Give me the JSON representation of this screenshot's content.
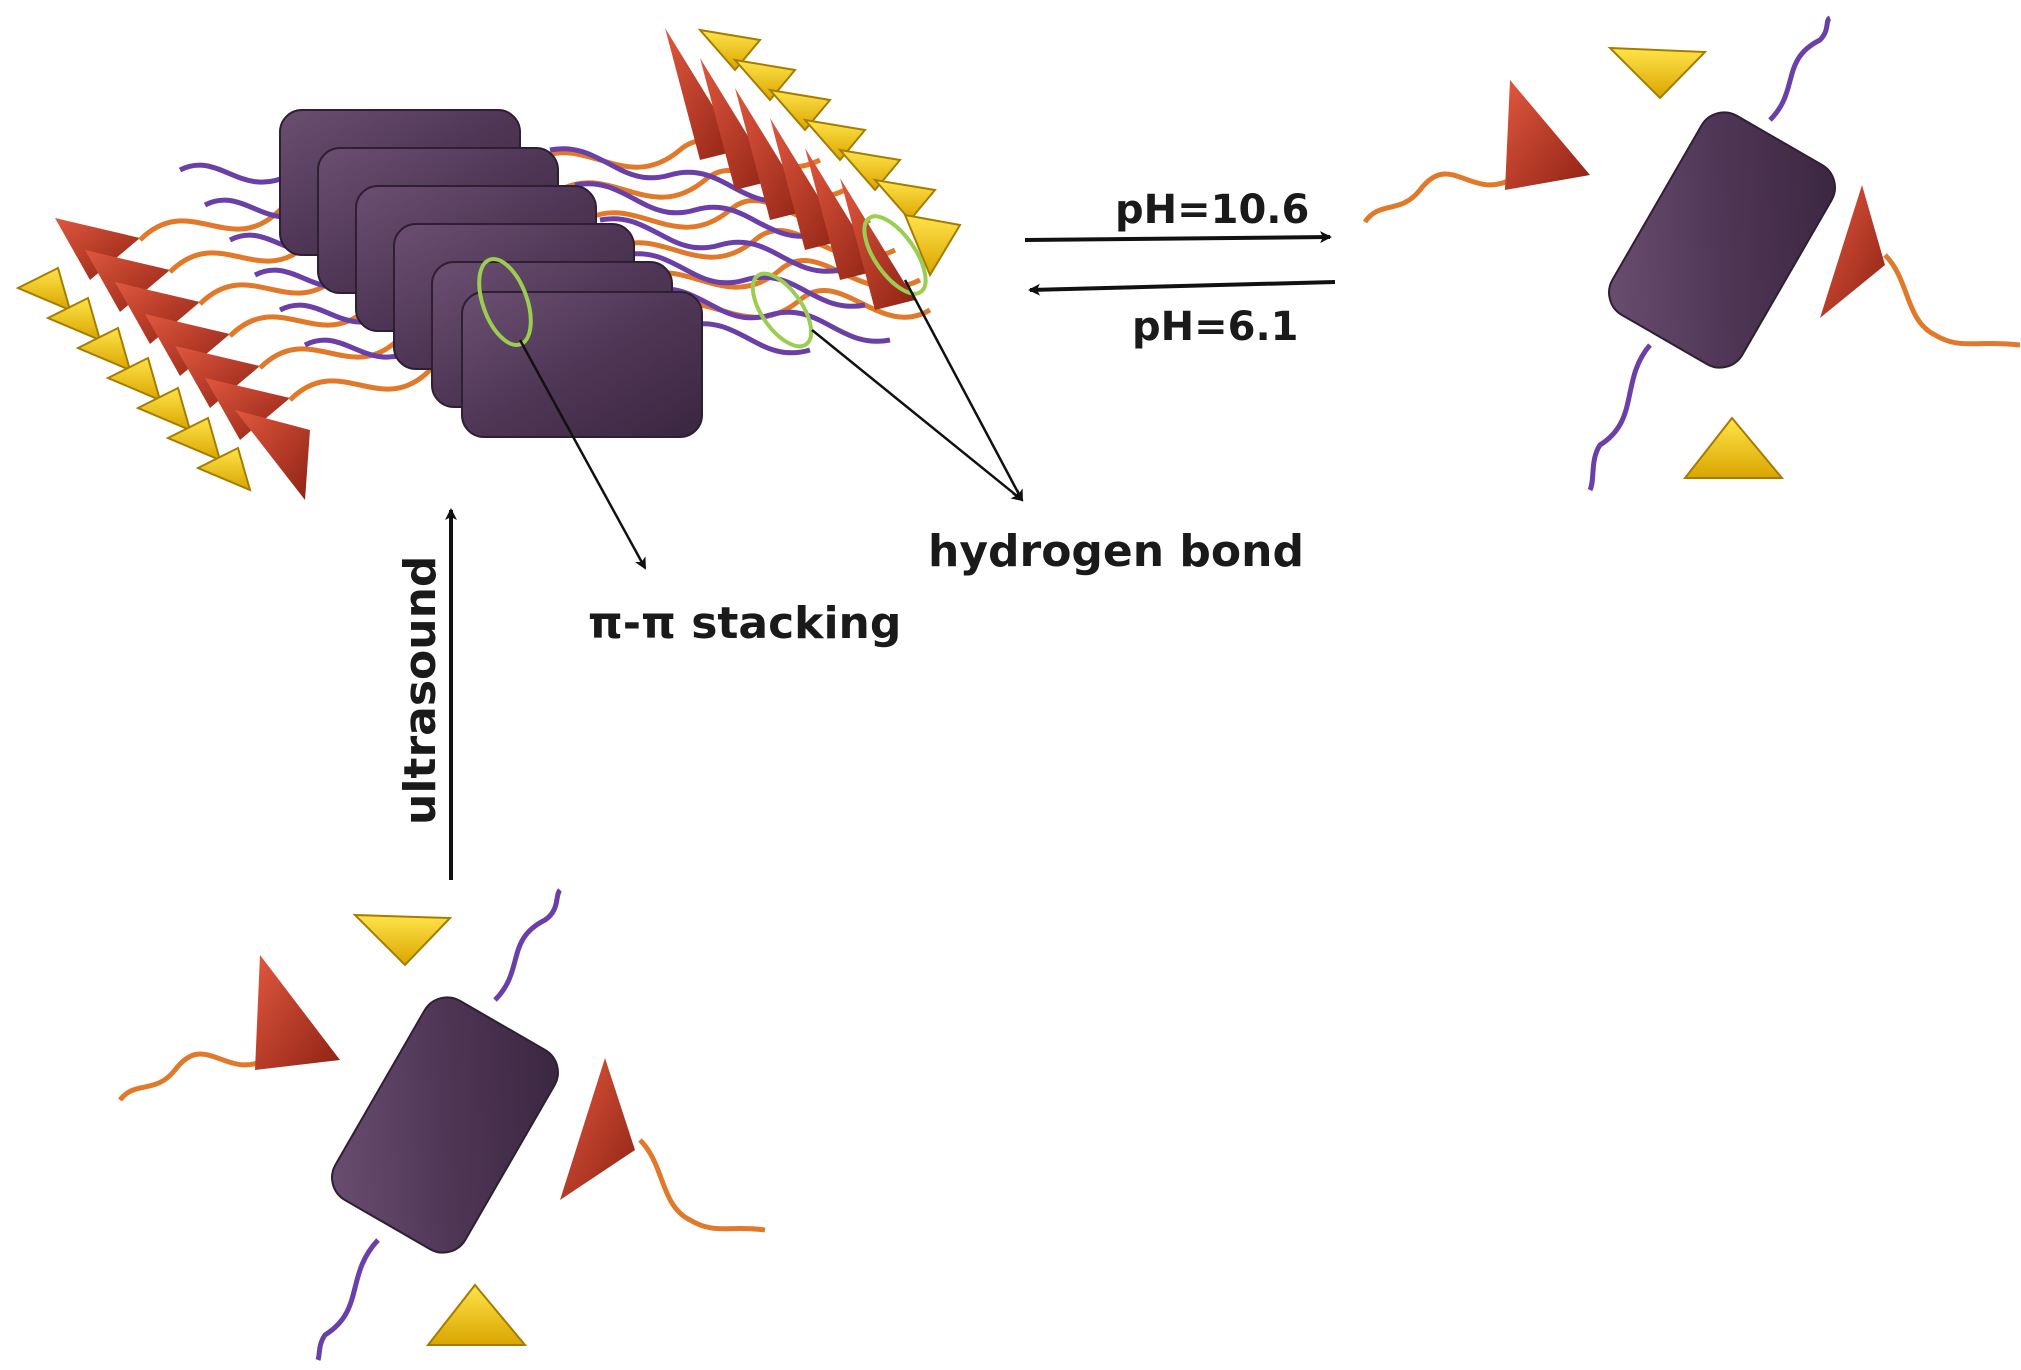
{
  "labels": {
    "ph_forward": "pH=10.6",
    "ph_reverse": "pH=6.1",
    "ultrasound": "ultrasound",
    "pi_stacking": "π-π stacking",
    "hydrogen_bond": "hydrogen bond"
  },
  "colors": {
    "core": "#4f3656",
    "core_edge": "#2e1f33",
    "red_triangle": "#c23a26",
    "yellow_triangle": "#f1c30f",
    "orange_chain": "#e07a2a",
    "purple_chain": "#6a3fa8",
    "highlight_ring": "#9acd50",
    "arrow": "#111111"
  },
  "icons": {
    "aggregate": "stacked-molecule-assembly-icon",
    "monomer": "single-molecule-icon",
    "core": "rounded-rectangle-core-icon",
    "red_group": "red-cone-icon",
    "yellow_group": "yellow-triangle-icon"
  }
}
